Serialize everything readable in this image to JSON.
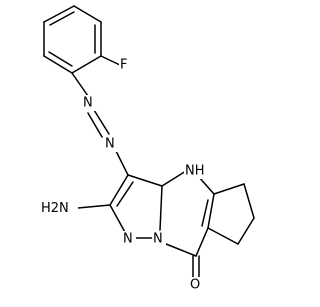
{
  "molecule": {
    "atoms": {
      "fluorine": "F",
      "azo_n_upper": "N",
      "azo_n_lower": "N",
      "nh_ring": "NH",
      "amino": "H2N",
      "amino_sub": "2",
      "pyrazole_n2": "N",
      "pyrazole_n1": "N",
      "carbonyl_o": "O"
    }
  }
}
